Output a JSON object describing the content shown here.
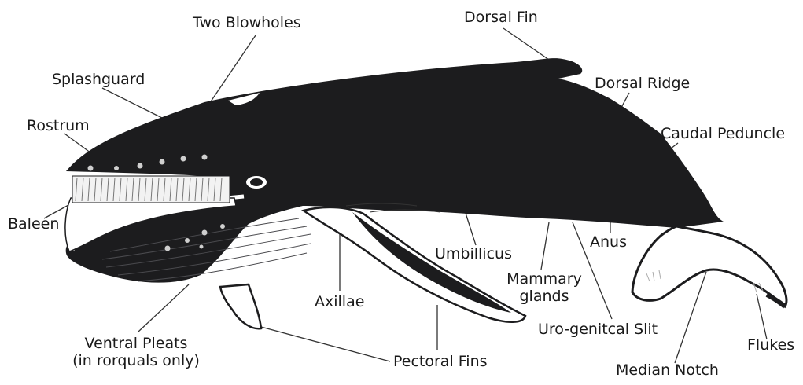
{
  "labels": {
    "two_blowholes": "Two Blowholes",
    "dorsal_fin": "Dorsal Fin",
    "splashguard": "Splashguard",
    "dorsal_ridge": "Dorsal Ridge",
    "rostrum": "Rostrum",
    "caudal_peduncle": "Caudal Peduncle",
    "baleen": "Baleen",
    "umbillicus": "Umbillicus",
    "anus": "Anus",
    "axillae": "Axillae",
    "mammary_glands_1": "Mammary",
    "mammary_glands_2": "glands",
    "uro_genital_slit": "Uro-genitcal Slit",
    "ventral_pleats_1": "Ventral Pleats",
    "ventral_pleats_2": "(in rorquals only)",
    "pectoral_fins": "Pectoral Fins",
    "flukes": "Flukes",
    "median_notch": "Median Notch"
  },
  "colors": {
    "whale_body": "#1c1c1e",
    "highlight": "#ffffff",
    "leader_line": "#333333"
  }
}
